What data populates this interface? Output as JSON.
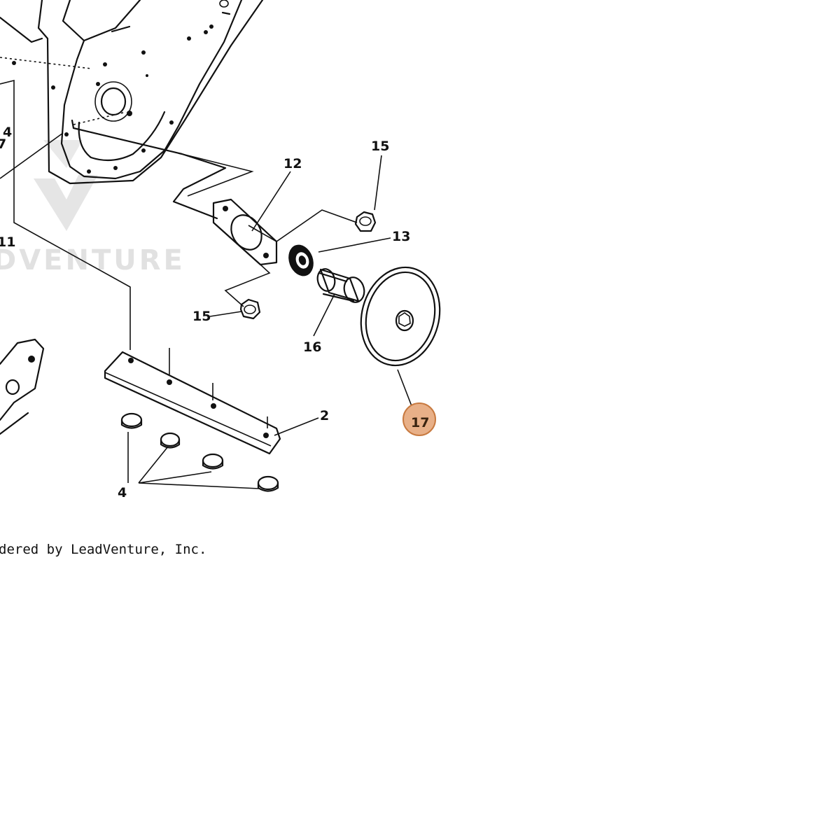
{
  "callouts": {
    "c15_top": "15",
    "c12": "12",
    "c13": "13",
    "c15_left": "15",
    "c16": "16",
    "c17": "17",
    "c2": "2",
    "c4_bottom": "4",
    "c4_left": "4",
    "c7_left": "7",
    "c11_left": "11"
  },
  "highlight": {
    "callout": "17",
    "color": "#e8b088"
  },
  "watermark": {
    "text": "DVENTURE"
  },
  "copyright": {
    "text": "dered by LeadVenture, Inc."
  }
}
